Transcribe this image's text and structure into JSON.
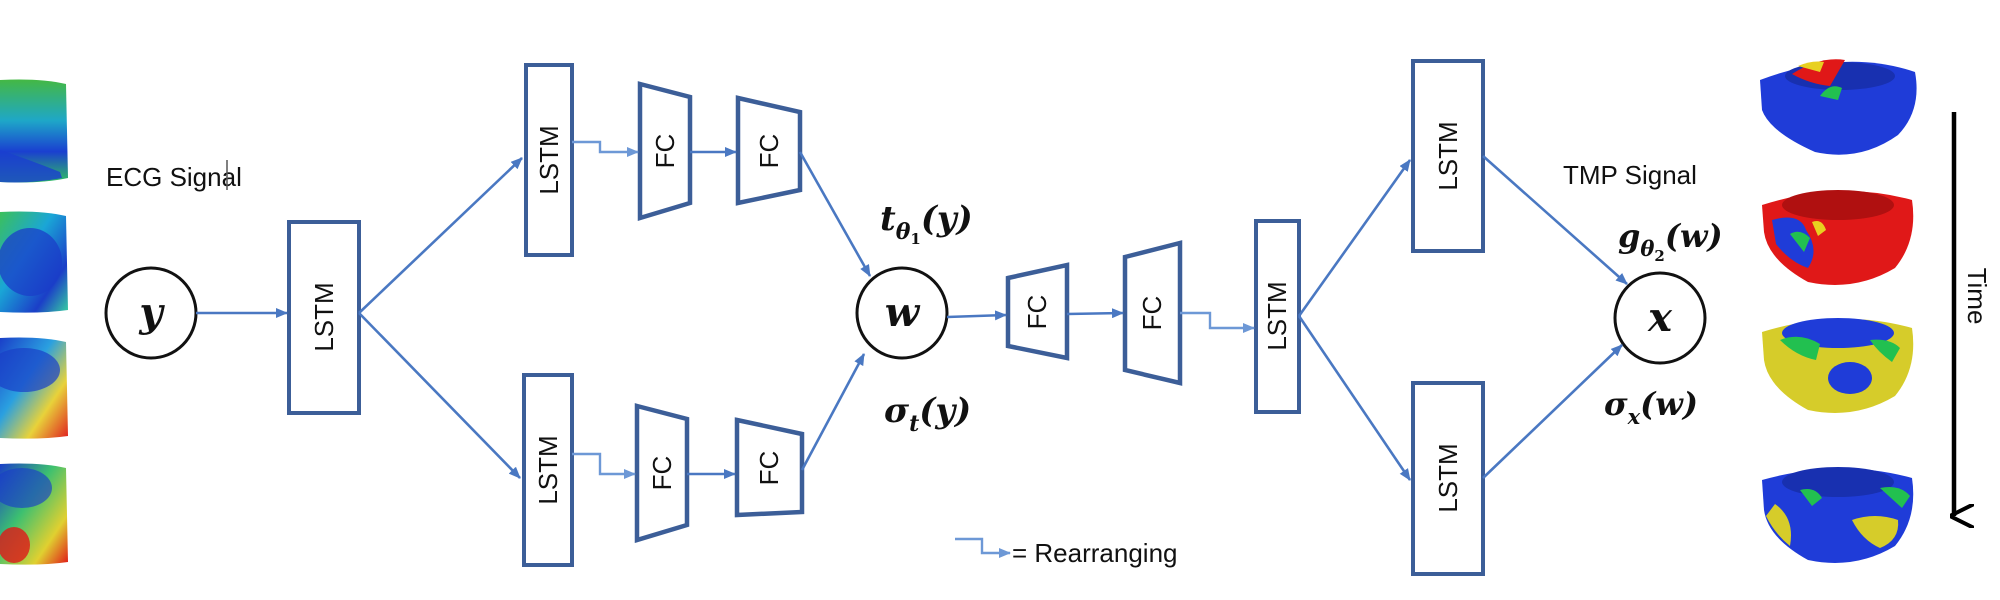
{
  "captions": {
    "ecg": "ECG Signal",
    "tmp": "TMP Signal",
    "time": "Time",
    "legend": "= Rearranging"
  },
  "blocks": {
    "lstm": "LSTM",
    "fc": "FC"
  },
  "nodes": {
    "y": "y",
    "w": "w",
    "x": "x"
  },
  "math": {
    "t_main": "t",
    "t_sub": "θ",
    "t_subsub": "1",
    "t_arg": "(y)",
    "sigma_t_main": "σ",
    "sigma_t_sub": "t",
    "sigma_t_arg": "(y)",
    "g_main": "g",
    "g_sub": "θ",
    "g_subsub": "2",
    "g_arg": "(w)",
    "sigma_x_main": "σ",
    "sigma_x_sub": "x",
    "sigma_x_arg": "(w)"
  },
  "colors": {
    "block_stroke": "#3c5e98",
    "arrow": "#4a78c2"
  }
}
